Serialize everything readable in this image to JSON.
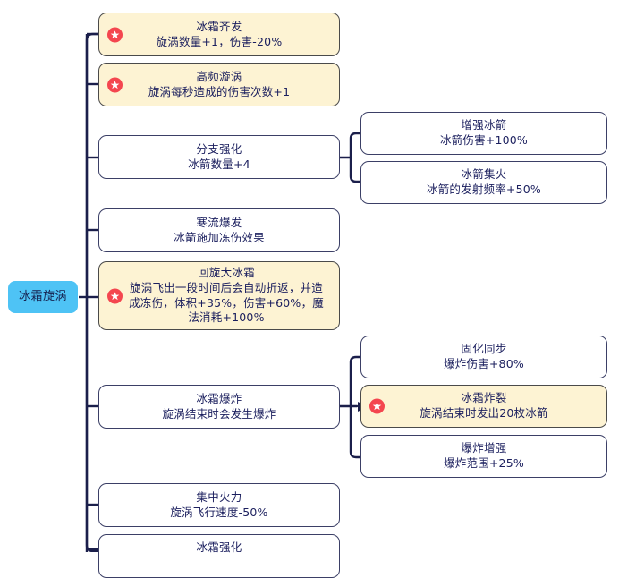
{
  "diagram": {
    "title": "冰霜旋涡",
    "colors": {
      "root_fill": "#4ec3f5",
      "highlight_fill": "#fdf3d3",
      "node_border": "#3b3f66",
      "text": "#1b1f5e",
      "badge": "#f4464f",
      "link": "#1b1f4b"
    },
    "root": {
      "label": "冰霜旋涡"
    },
    "branches": [
      {
        "id": "bingshuang-qifa",
        "title": "冰霜齐发",
        "desc": "旋涡数量+1，伤害-20%",
        "highlight": true,
        "badge": "star-icon"
      },
      {
        "id": "gaopin-xuanwo",
        "title": "高频漩涡",
        "desc": "旋涡每秒造成的伤害次数+1",
        "highlight": true,
        "badge": "star-icon"
      },
      {
        "id": "fenzhi-qianghua",
        "title": "分支强化",
        "desc": "冰箭数量+4",
        "highlight": false,
        "badge": null,
        "children": [
          {
            "id": "zengqiang-bingjian",
            "title": "增强冰箭",
            "desc": "冰箭伤害+100%",
            "highlight": false,
            "badge": null
          },
          {
            "id": "bingjian-jihuo",
            "title": "冰箭集火",
            "desc": "冰箭的发射频率+50%",
            "highlight": false,
            "badge": null
          }
        ]
      },
      {
        "id": "hanliu-baofa",
        "title": "寒流爆发",
        "desc": "冰箭施加冻伤效果",
        "highlight": false,
        "badge": null
      },
      {
        "id": "huixuan-da-bingshuang",
        "title": "回旋大冰霜",
        "desc": "旋涡飞出一段时间后会自动折返，并造成冻伤，体积+35%，伤害+60%，魔法消耗+100%",
        "highlight": true,
        "badge": "star-icon"
      },
      {
        "id": "bingshuang-baozha",
        "title": "冰霜爆炸",
        "desc": "旋涡结束时会发生爆炸",
        "highlight": false,
        "badge": null,
        "children": [
          {
            "id": "guhua-tongbu",
            "title": "固化同步",
            "desc": "爆炸伤害+80%",
            "highlight": false,
            "badge": null
          },
          {
            "id": "bingshuang-zhalie",
            "title": "冰霜炸裂",
            "desc": "旋涡结束时发出20枚冰箭",
            "highlight": true,
            "badge": "star-icon"
          },
          {
            "id": "baozha-zengqiang",
            "title": "爆炸增强",
            "desc": "爆炸范围+25%",
            "highlight": false,
            "badge": null
          }
        ]
      },
      {
        "id": "jizhong-huoli",
        "title": "集中火力",
        "desc": "旋涡飞行速度-50%",
        "highlight": false,
        "badge": null
      },
      {
        "id": "bingshuang-qianghua",
        "title": "冰霜强化",
        "desc": "",
        "highlight": false,
        "badge": null
      }
    ]
  }
}
